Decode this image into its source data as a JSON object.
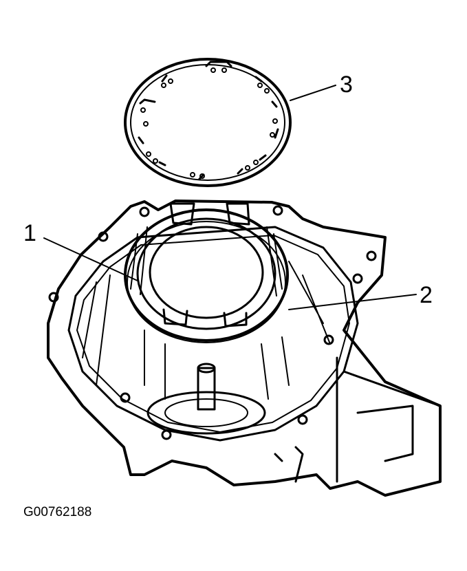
{
  "callouts": {
    "one": "1",
    "two": "2",
    "three": "3"
  },
  "figure_id": "G00762188",
  "colors": {
    "ink": "#000000",
    "paper": "#ffffff"
  }
}
